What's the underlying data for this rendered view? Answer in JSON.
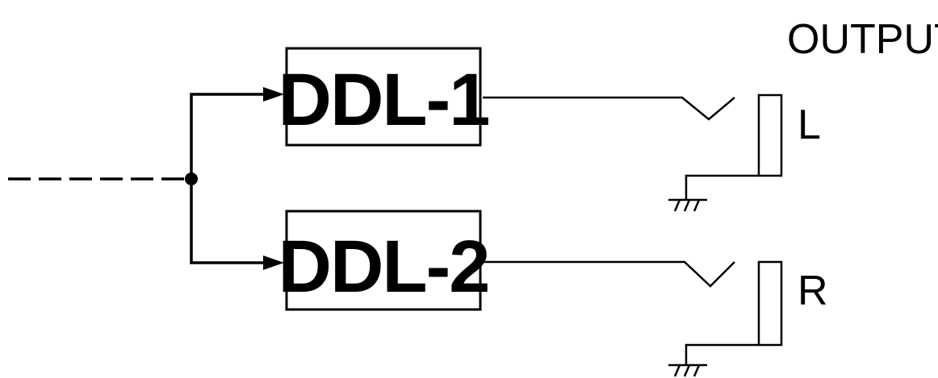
{
  "blocks": {
    "ddl1": {
      "label": "DDL-1"
    },
    "ddl2": {
      "label": "DDL-2"
    }
  },
  "output": {
    "title": "OUTPUT",
    "left_label": "L",
    "right_label": "R"
  }
}
